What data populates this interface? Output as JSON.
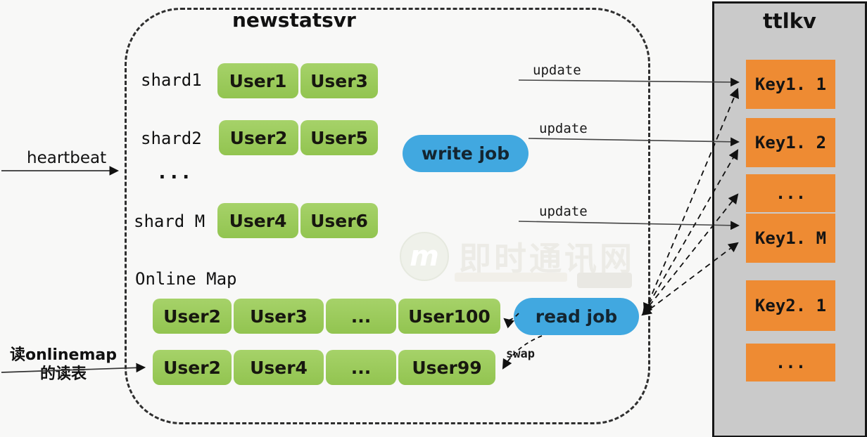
{
  "external": {
    "heartbeat_label": "heartbeat",
    "onlinemap_note_line1": "读onlinemap",
    "onlinemap_note_line2": "的读表"
  },
  "newstatsvr": {
    "title": "newstatsvr",
    "shards": [
      {
        "label": "shard1",
        "users": [
          "User1",
          "User3"
        ]
      },
      {
        "label": "shard2",
        "users": [
          "User2",
          "User5"
        ]
      },
      {
        "label": "shard M",
        "users": [
          "User4",
          "User6"
        ]
      }
    ],
    "shards_ellipsis": "...",
    "write_job_label": "write job",
    "read_job_label": "read job",
    "online_map": {
      "title": "Online Map",
      "rows": [
        [
          "User2",
          "User3",
          "...",
          "User100"
        ],
        [
          "User2",
          "User4",
          "...",
          "User99"
        ]
      ]
    }
  },
  "arrows": {
    "update_labels": [
      "update",
      "update",
      "update"
    ],
    "swap_label": "swap"
  },
  "ttlkv": {
    "title": "ttlkv",
    "keys": [
      "Key1. 1",
      "Key1. 2",
      "...",
      "Key1. M",
      "Key2. 1",
      "..."
    ]
  },
  "watermark": {
    "logo_letter": "m",
    "text": "即时通讯网"
  },
  "colors": {
    "user_box_green": "#9ccb5e",
    "job_pill_blue": "#41a8e0",
    "key_box_orange": "#ee8b33",
    "panel_gray": "#cacaca",
    "background": "#f8f8f7"
  }
}
